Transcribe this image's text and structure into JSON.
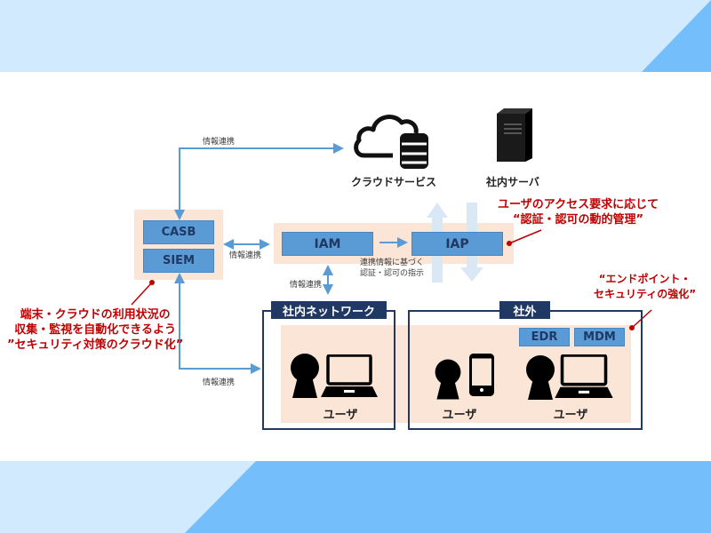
{
  "colors": {
    "band_light": "#d1eafd",
    "band_dark": "#74bffb",
    "peach": "#fbe5d6",
    "box_blue": "#5b9bd5",
    "box_text": "#1f3864",
    "navy": "#1f3864",
    "accent_red": "#c00000",
    "arrow_blue": "#5b9bd5",
    "big_arrow": "#dae8f5"
  },
  "cloud_service": {
    "label": "クラウドサービス",
    "icon": "cloud-database-icon"
  },
  "internal_server": {
    "label": "社内サーバ",
    "icon": "server-tower-icon"
  },
  "left_group": {
    "casb": "CASB",
    "siem": "SIEM"
  },
  "center_group": {
    "iam": "IAM",
    "iap": "IAP"
  },
  "connector_labels": {
    "top": "情報連携",
    "casb_iam": "情報連携",
    "iam_network": "情報連携",
    "siem_network": "情報連携",
    "iam_iap": [
      "連携情報に基づく",
      "認証・認可の指示"
    ]
  },
  "notes": {
    "iap_note": [
      "ユーザのアクセス要求に応じて",
      "“認証・認可の動的管理”"
    ],
    "siem_note": [
      "端末・クラウドの利用状況の",
      "収集・監視を自動化できるよう",
      "”セキュリティ対策のクラウド化”"
    ],
    "endpoint_note": [
      "“エンドポイント・",
      "セキュリティの強化”"
    ]
  },
  "internal_network": {
    "title": "社内ネットワーク",
    "user_label": "ユーザ",
    "devices": [
      "person-icon",
      "laptop-icon"
    ]
  },
  "external": {
    "title": "社外",
    "badges": [
      "EDR",
      "MDM"
    ],
    "users": [
      {
        "label": "ユーザ",
        "device": "smartphone-icon"
      },
      {
        "label": "ユーザ",
        "device": "laptop-icon"
      }
    ]
  }
}
